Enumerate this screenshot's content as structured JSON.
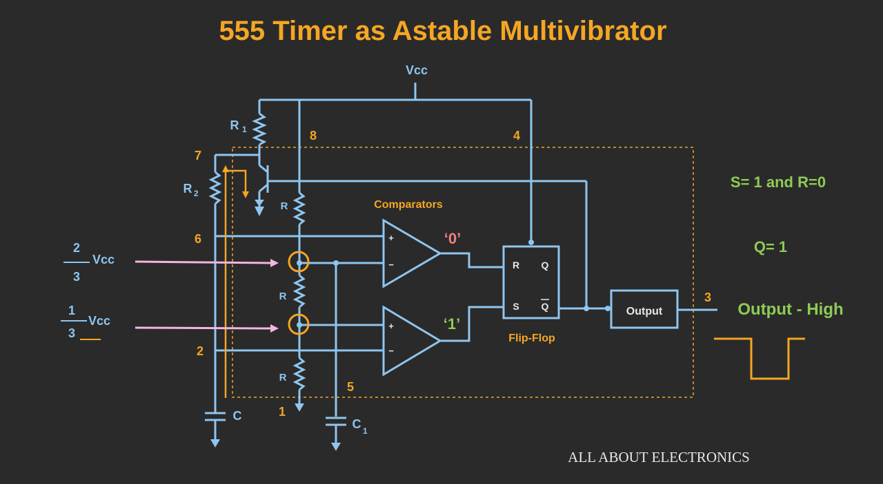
{
  "title": "555 Timer as Astable Multivibrator",
  "labels": {
    "vcc_top": "Vcc",
    "r1": "R",
    "r1_sub": "1",
    "r2": "R",
    "r2_sub": "2",
    "r_top": "R",
    "r_mid": "R",
    "r_bot": "R",
    "pin8": "8",
    "pin4": "4",
    "pin7": "7",
    "pin6": "6",
    "pin2": "2",
    "pin5": "5",
    "pin1": "1",
    "pin3": "3",
    "comparators": "Comparators",
    "flipflop": "Flip-Flop",
    "ff_r": "R",
    "ff_q": "Q",
    "ff_s": "S",
    "ff_qbar": "Q",
    "output_box": "Output",
    "comp_plus": "+",
    "comp_minus": "−",
    "c": "C",
    "c1": "C",
    "c1_sub": "1",
    "zero": "‘0’",
    "one": "‘1’",
    "frac_two_num": "2",
    "frac_two_den": "3",
    "frac_one_num": "1",
    "frac_one_den": "3",
    "vcc_upper": "Vcc",
    "vcc_lower": "Vcc"
  },
  "state": {
    "s_r": "S= 1 and R=0",
    "q": "Q= 1",
    "output": "Output - High"
  },
  "watermark": "ALL ABOUT ELECTRONICS",
  "colors": {
    "background": "#2a2a2a",
    "wire": "#8ec6f0",
    "accent": "#f5a623",
    "green": "#8fcb55",
    "pink_arrow": "#f4b6e0",
    "zero_label": "#f08080"
  }
}
